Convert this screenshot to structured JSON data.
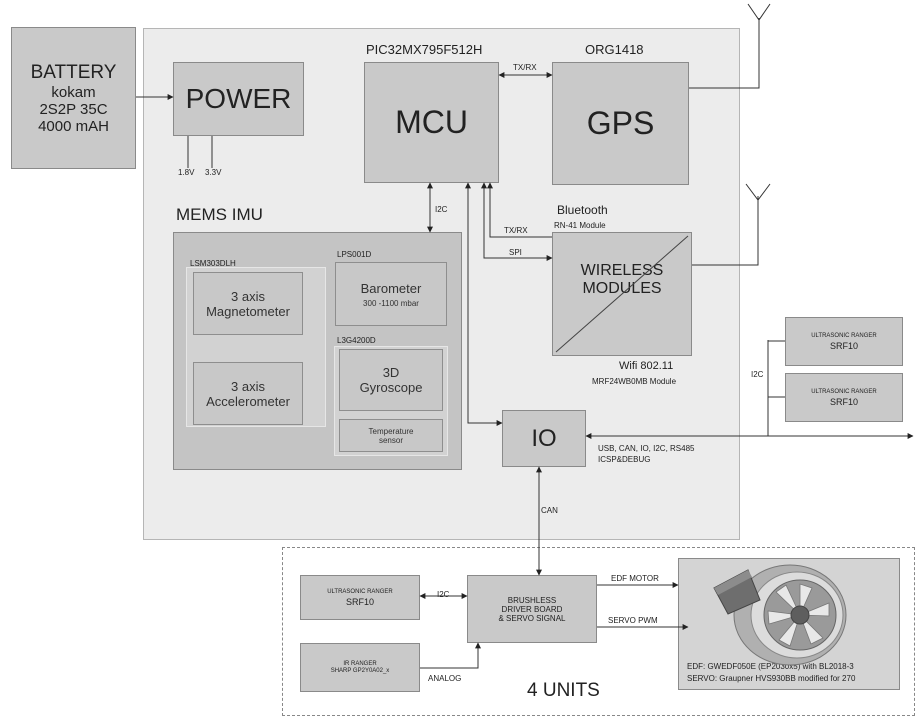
{
  "battery": {
    "title": "BATTERY",
    "line1": "kokam",
    "line2": "2S2P 35C",
    "line3": "4000 mAH"
  },
  "power": {
    "title": "POWER",
    "v1": "1.8V",
    "v2": "3.3V"
  },
  "mcu": {
    "part": "PIC32MX795F512H",
    "title": "MCU"
  },
  "gps": {
    "part": "ORG1418",
    "title": "GPS",
    "link": "TX/RX"
  },
  "imu": {
    "title": "MEMS IMU",
    "bus": "I2C",
    "lsm_part": "LSM303DLH",
    "magnetometer_line1": "3 axis",
    "magnetometer_line2": "Magnetometer",
    "accelerometer_line1": "3 axis",
    "accelerometer_line2": "Accelerometer",
    "baro_part": "LPS001D",
    "barometer_title": "Barometer",
    "barometer_range": "300 -1100 mbar",
    "gyro_part": "L3G4200D",
    "gyro_line1": "3D",
    "gyro_line2": "Gyroscope",
    "temp_line1": "Temperature",
    "temp_line2": "sensor"
  },
  "wireless": {
    "bluetooth": "Bluetooth",
    "bt_module": "RN-41 Module",
    "txrx": "TX/RX",
    "spi": "SPI",
    "title_line1": "WIRELESS",
    "title_line2": "MODULES",
    "wifi": "Wifi 802.11",
    "wifi_module": "MRF24WB0MB Module"
  },
  "io": {
    "title": "IO",
    "interfaces": "USB, CAN, IO, I2C, RS485",
    "debug": "ICSP&DEBUG",
    "i2c": "I2C",
    "can": "CAN"
  },
  "rangers": {
    "r1_title": "ULTRASONIC RANGER",
    "r1_model": "SRF10",
    "r2_title": "ULTRASONIC RANGER",
    "r2_model": "SRF10"
  },
  "units": {
    "label": "4 UNITS",
    "us_title": "ULTRASONIC RANGER",
    "us_model": "SRF10",
    "us_i2c": "I2C",
    "ir_title": "IR RANGER",
    "ir_model": "SHARP GP2Y0A02_x",
    "analog": "ANALOG",
    "driver_line1": "BRUSHLESS",
    "driver_line2": "DRIVER BOARD",
    "driver_line3": "& SERVO SIGNAL",
    "edf_motor": "EDF MOTOR",
    "servo_pwm": "SERVO PWM",
    "edf_desc": "EDF: GWEDF050E (EP2030x5) with BL2018-3",
    "servo_desc": "SERVO: Graupner HVS930BB modified for 270"
  }
}
